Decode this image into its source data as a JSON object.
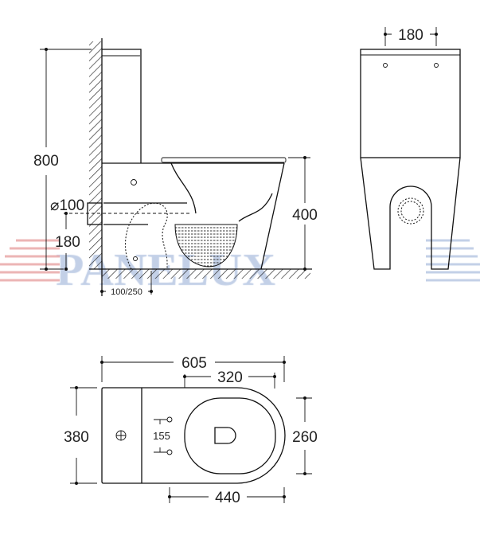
{
  "watermark": {
    "text": "PANELUX",
    "colors": {
      "red": "#e9a9a9",
      "blue": "#b9c8e3"
    }
  },
  "side_view": {
    "height_total": "800",
    "seat_height": "400",
    "outlet_height": "180",
    "outlet_diameter": "⌀100",
    "wall_offset": "100/250"
  },
  "front_view": {
    "hole_spacing": "180"
  },
  "top_view": {
    "length_total": "605",
    "bowl_length": "320",
    "width": "380",
    "seat_width": "260",
    "wall_to_front": "440",
    "fixing_spacing": "155"
  }
}
